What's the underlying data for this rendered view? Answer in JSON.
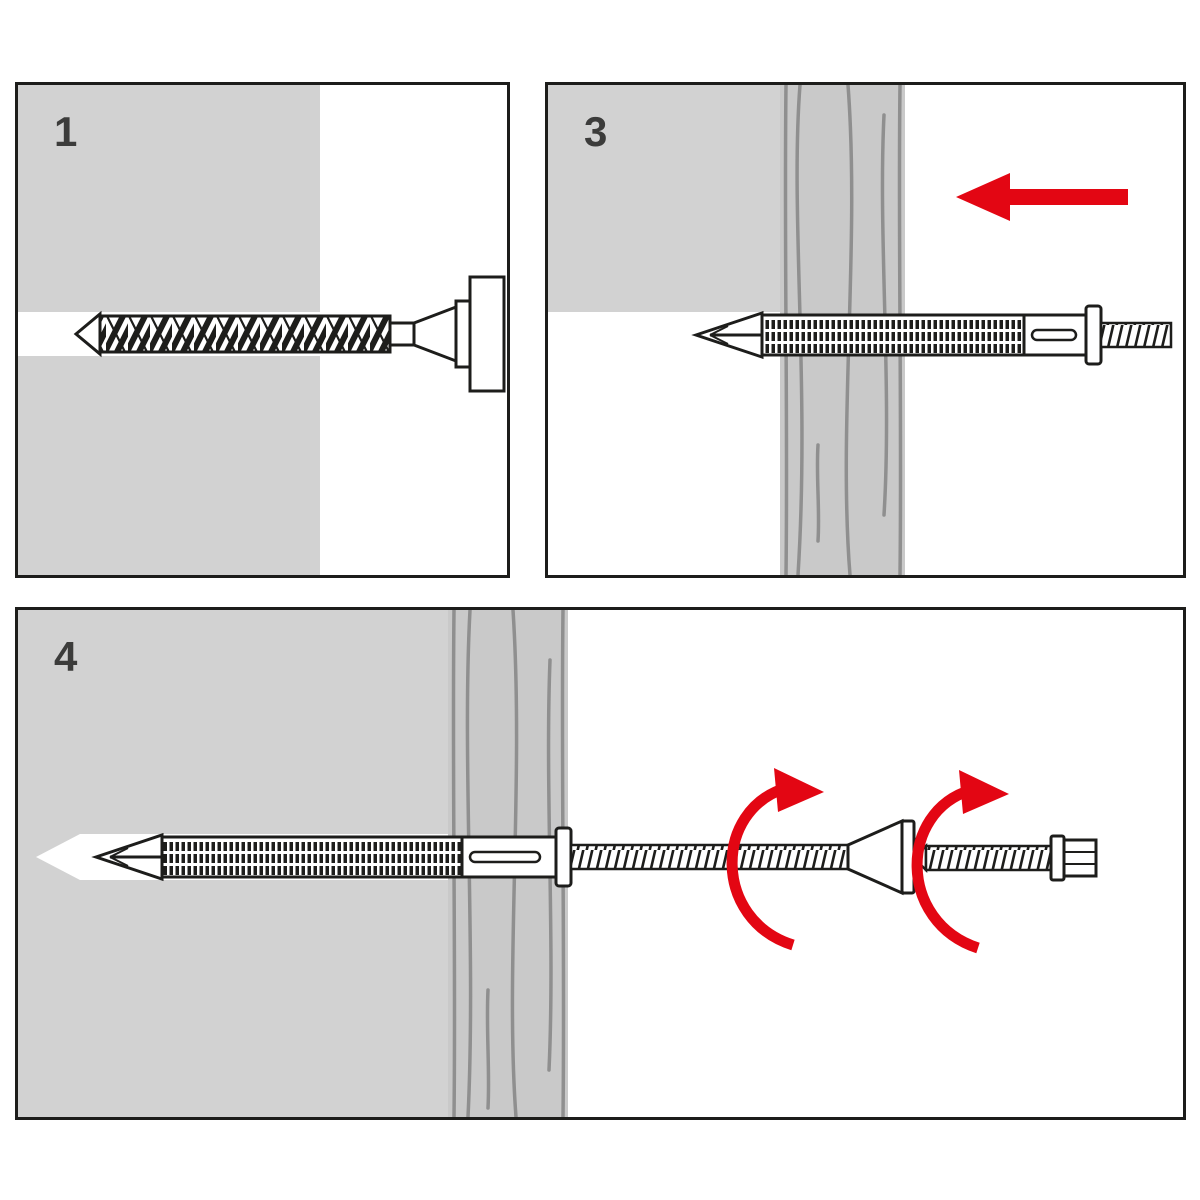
{
  "colors": {
    "background": "#ffffff",
    "panel_border": "#1d1d1b",
    "outline": "#1d1d1b",
    "wall_fill": "#d2d2d2",
    "board_fill": "#c9c9c9",
    "grain_stroke": "#8f8f8f",
    "hole_fill": "#ffffff",
    "arrow_red": "#e30613",
    "step_number_color": "#3c3c3b"
  },
  "panels": {
    "step1": {
      "number": "1",
      "illustration": "drill-bit-drilling-hole-in-wall"
    },
    "step3": {
      "number": "3",
      "illustration": "anchor-pushed-into-hole-red-arrow-left"
    },
    "step4": {
      "number": "4",
      "illustration": "anchor-seated-screw-rotation-countersunk-and-hex-screws"
    }
  }
}
